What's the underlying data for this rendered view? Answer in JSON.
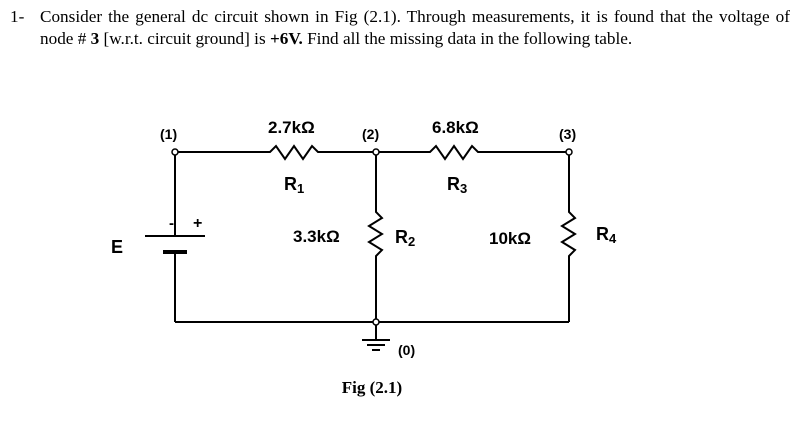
{
  "problem": {
    "number": "1-",
    "text_part1": "Consider the general dc circuit shown in Fig (2.1). Through measurements, it is found that the voltage of node # ",
    "node_emph": "3",
    "text_part2": " [w.r.t. circuit ground] is ",
    "voltage_emph": "+6V.",
    "text_part3": " Find all the missing data in the following table."
  },
  "circuit": {
    "nodes": {
      "n1": "(1)",
      "n2": "(2)",
      "n3": "(3)",
      "n0": "(0)"
    },
    "source": {
      "label": "E",
      "minus": "-",
      "plus": "+"
    },
    "resistors": {
      "r1": {
        "value": "2.7kΩ",
        "name": "R",
        "sub": "1"
      },
      "r3": {
        "value": "6.8kΩ",
        "name": "R",
        "sub": "3"
      },
      "r2": {
        "value": "3.3kΩ",
        "name": "R",
        "sub": "2"
      },
      "r4": {
        "value": "10kΩ",
        "name": "R",
        "sub": "4"
      }
    }
  },
  "figure_caption": "Fig (2.1)"
}
